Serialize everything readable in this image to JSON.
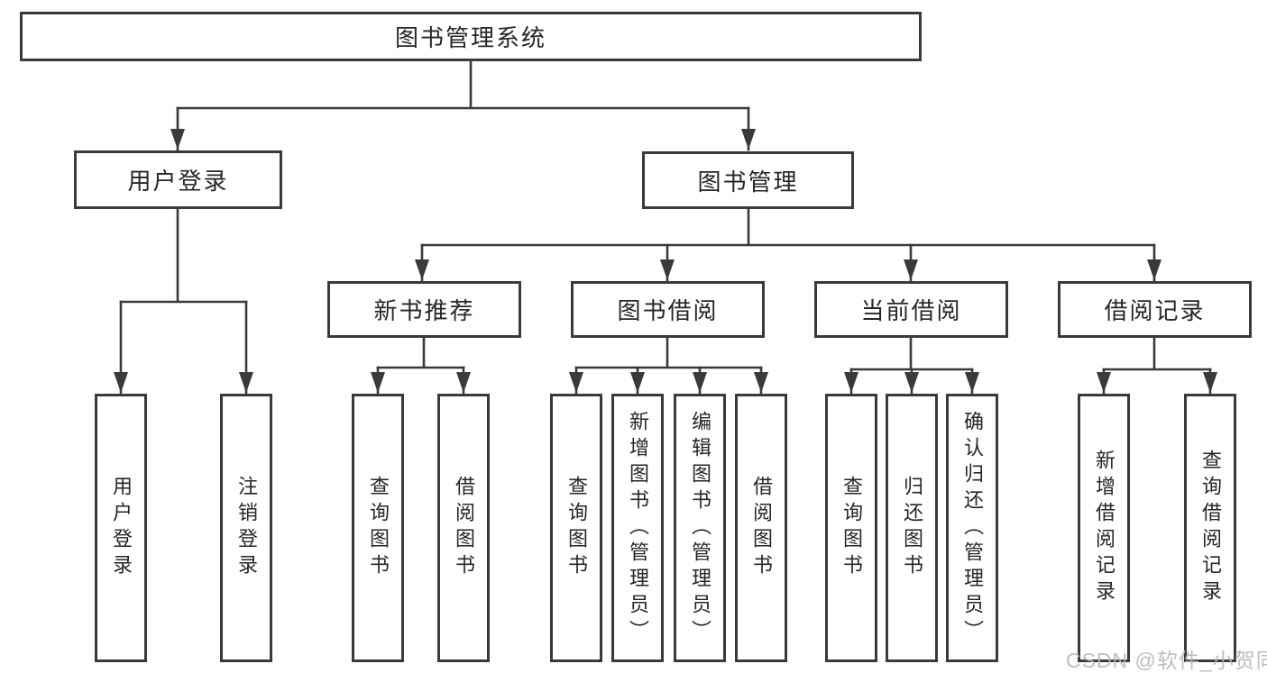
{
  "tree": {
    "root": "图书管理系统",
    "children": [
      {
        "label": "用户登录",
        "children": [
          "用户登录",
          "注销登录"
        ]
      },
      {
        "label": "图书管理",
        "children": [
          {
            "label": "新书推荐",
            "children": [
              "查询图书",
              "借阅图书"
            ]
          },
          {
            "label": "图书借阅",
            "children": [
              "查询图书",
              "新增图书（管理员）",
              "编辑图书（管理员）",
              "借阅图书"
            ]
          },
          {
            "label": "当前借阅",
            "children": [
              "查询图书",
              "归还图书",
              "确认归还（管理员）"
            ]
          },
          {
            "label": "借阅记录",
            "children": [
              "新增借阅记录",
              "查询借阅记录"
            ]
          }
        ]
      }
    ]
  },
  "watermark": {
    "text": "CSDN @软件_小贺同学"
  },
  "colors": {
    "line": "#3a3a3a",
    "text": "#262626",
    "bg": "#ffffff",
    "watermark": "#b7b7b7"
  }
}
